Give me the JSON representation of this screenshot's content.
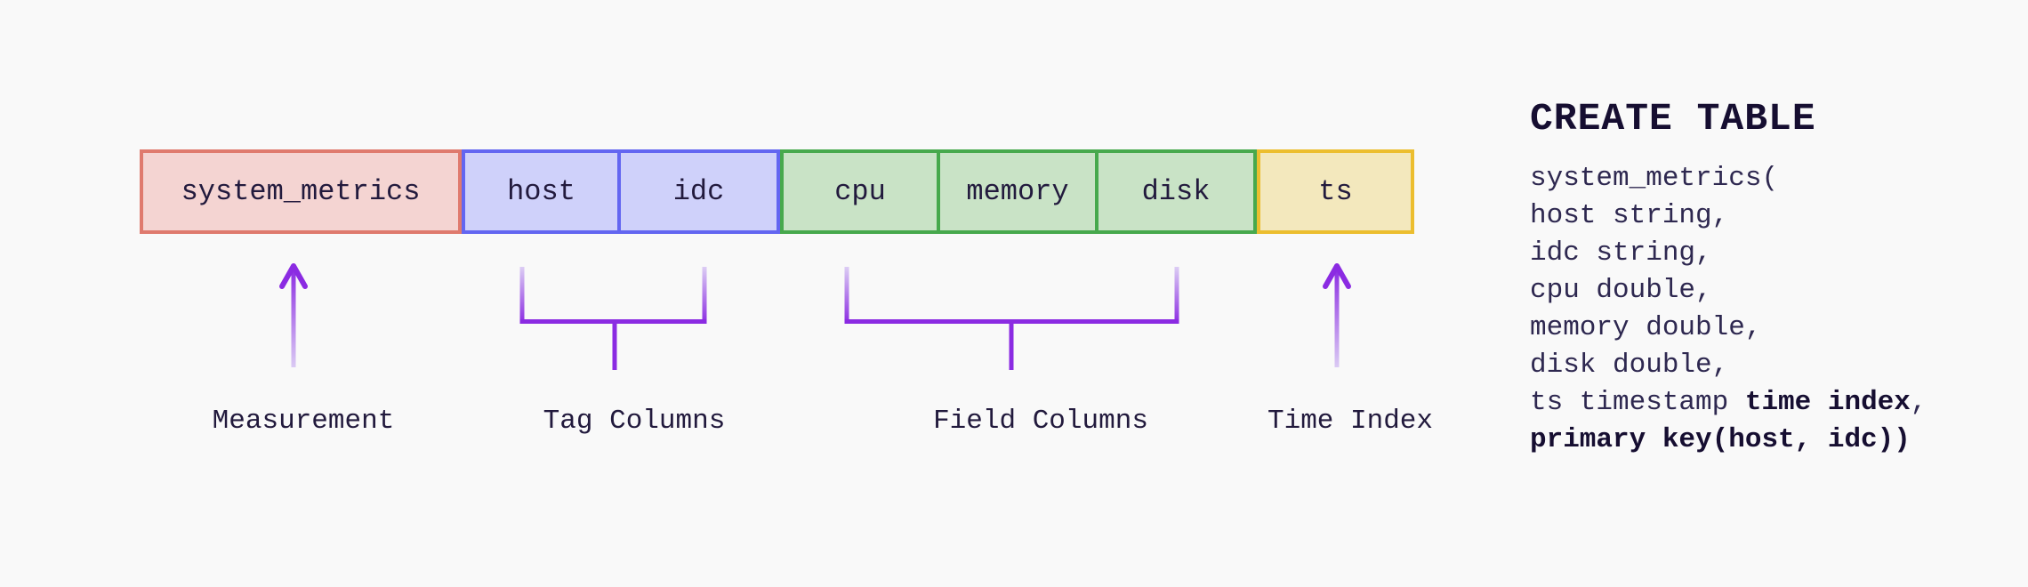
{
  "colors": {
    "vars": {
      "bg": "#f9f9f9",
      "ink": "#221a3d",
      "ink-strong": "#160e31",
      "code-ink": "#2e2850",
      "accent": "#8b2be2",
      "accent-fade": "#dccdf4"
    },
    "groups": {
      "measurement": {
        "fill": "#f4d4d2",
        "border": "#df7a6e"
      },
      "tag": {
        "fill": "#cfd1fa",
        "border": "#6366f1"
      },
      "field": {
        "fill": "#c9e3c6",
        "border": "#47a94d"
      },
      "time": {
        "fill": "#f3e8bd",
        "border": "#ecbe2f"
      }
    }
  },
  "table_diagram": {
    "boxes": [
      {
        "label": "system_metrics",
        "group": "measurement"
      },
      {
        "label": "host",
        "group": "tag"
      },
      {
        "label": "idc",
        "group": "tag"
      },
      {
        "label": "cpu",
        "group": "field"
      },
      {
        "label": "memory",
        "group": "field"
      },
      {
        "label": "disk",
        "group": "field"
      },
      {
        "label": "ts",
        "group": "time"
      }
    ],
    "labels": {
      "measurement": "Measurement",
      "tag": "Tag Columns",
      "field": "Field Columns",
      "time": "Time Index"
    }
  },
  "sql": {
    "heading": "CREATE TABLE",
    "lines": [
      [
        {
          "t": "system_metrics(",
          "b": false
        }
      ],
      [
        {
          "t": "host string,",
          "b": false
        }
      ],
      [
        {
          "t": "idc string,",
          "b": false
        }
      ],
      [
        {
          "t": "cpu double,",
          "b": false
        }
      ],
      [
        {
          "t": "memory double,",
          "b": false
        }
      ],
      [
        {
          "t": "disk double,",
          "b": false
        }
      ],
      [
        {
          "t": "ts timestamp ",
          "b": false
        },
        {
          "t": "time index",
          "b": true
        },
        {
          "t": ",",
          "b": false
        }
      ],
      [
        {
          "t": "primary key(host, idc))",
          "b": true
        }
      ]
    ]
  }
}
